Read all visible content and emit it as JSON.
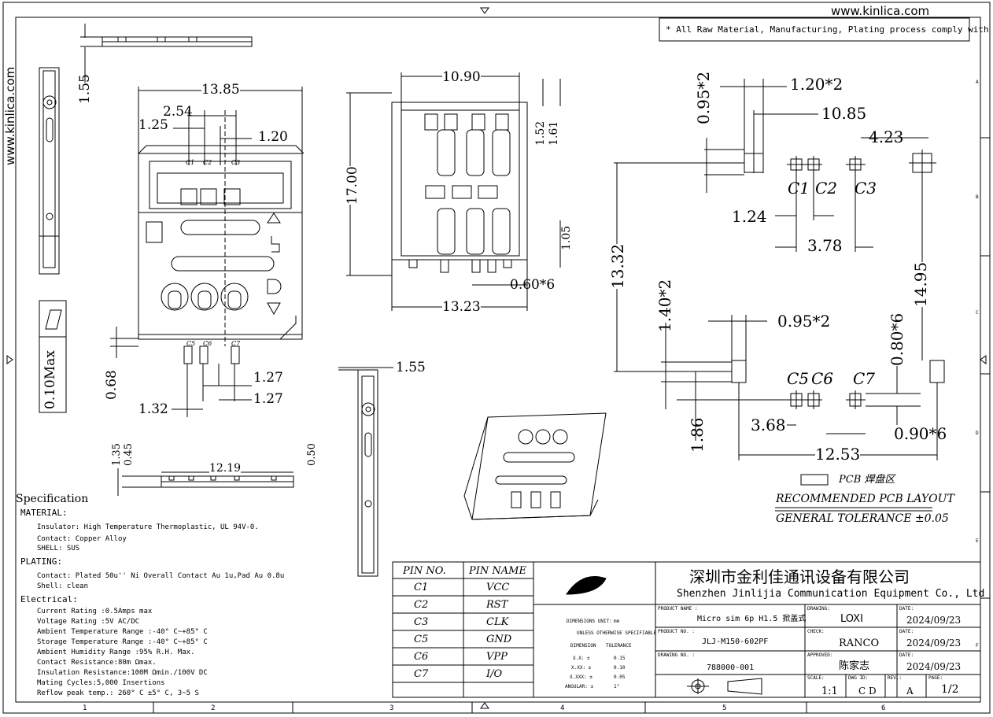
{
  "header": {
    "website": "www.kinlica.com",
    "rohs_note": "* All Raw Material, Manufacturing, Plating process comply with ROHS",
    "side_website": "www.kinlica.com"
  },
  "border": {
    "col_markers": [
      "1",
      "2",
      "3",
      "4",
      "5",
      "6"
    ],
    "row_markers": [
      "A",
      "B",
      "C",
      "D",
      "E",
      "F"
    ]
  },
  "flatness": {
    "value": "0.10Max"
  },
  "dimensions": {
    "side_top_height": "1.55",
    "overall_width": "13.85",
    "pitch": "2.54",
    "w125": "1.25",
    "w120": "1.20",
    "h068": "0.68",
    "p127a": "1.27",
    "p127b": "1.27",
    "w132": "1.32",
    "front_135": "1.35",
    "front_045": "0.45",
    "front_1219": "12.19",
    "front_050": "0.50",
    "top_1090": "10.90",
    "top_1700": "17.00",
    "top_152": "1.52",
    "top_161": "1.61",
    "top_105": "1.05",
    "top_060x6": "0.60*6",
    "top_1323": "13.23",
    "right_155": "1.55"
  },
  "contact_labels": {
    "top": [
      "C1",
      "C2",
      "C3"
    ],
    "bottom": [
      "C5",
      "C6",
      "C7"
    ]
  },
  "pcb_layout": {
    "d095x2_top": "0.95*2",
    "d120x2": "1.20*2",
    "d1085": "10.85",
    "d423": "4.23",
    "d124": "1.24",
    "d378": "3.78",
    "d1332": "13.32",
    "d1495": "14.95",
    "d140x2": "1.40*2",
    "d095x2_bot": "0.95*2",
    "d080x6": "0.80*6",
    "d186": "1.86",
    "d368": "3.68",
    "d090x6": "0.90*6",
    "d1253": "12.53",
    "pad_labels_top": [
      "C1",
      "C2",
      "C3"
    ],
    "pad_labels_bottom": [
      "C5",
      "C6",
      "C7"
    ],
    "legend_text": "PCB 焊盘区",
    "recommended": "RECOMMENDED PCB LAYOUT",
    "tolerance": "GENERAL TOLERANCE ±0.05"
  },
  "specification": {
    "title": "Specification",
    "material_head": "MATERIAL:",
    "insulator": "Insulator: High Temperature Thermoplastic, UL 94V-0.",
    "contact": "Contact: Copper Alloy",
    "shell": "SHELL: SUS",
    "plating_head": "PLATING:",
    "plating_contact": "Contact: Plated 50u'' Ni Overall Contact Au 1u,Pad Au 0.8u",
    "plating_shell": "Shell:  clean",
    "electrical_head": "Electrical:",
    "current": "Current Rating :0.5Amps max",
    "voltage": "Voltage Rating :5V AC/DC",
    "ambient_temp": "Ambient Temperature Range :-40° C~+85° C",
    "storage_temp": "Storage Temperature Range :-40° C~+85° C",
    "humidity": "Ambient Humidity Range :95% R.H. Max.",
    "resistance": "Contact Resistance:80m Ωmax.",
    "insulation": "Insulation Resistance:100M Ωmin./100V DC",
    "mating": "Mating Cycles:5,000 Insertions",
    "reflow": "Reflow peak temp.: 260° C ±5° C, 3~5 S"
  },
  "pin_table": {
    "headers": [
      "PIN NO.",
      "PIN NAME"
    ],
    "rows": [
      [
        "C1",
        "VCC"
      ],
      [
        "C2",
        "RST"
      ],
      [
        "C3",
        "CLK"
      ],
      [
        "C5",
        "GND"
      ],
      [
        "C6",
        "VPP"
      ],
      [
        "C7",
        "I/O"
      ]
    ]
  },
  "title_block": {
    "company_cn": "深圳市金利佳通讯设备有限公司",
    "company_en": "Shenzhen Jinlijia Communication Equipment Co., Ltd .",
    "dims_unit_label": "DIMENSIONS UNIT:",
    "dims_unit": "mm",
    "unless": "UNLESS OTHERWISE SPECIFIABLE",
    "dimension_label": "DIMENSION",
    "tolerance_label": "TOLERANCE",
    "tol_rows": [
      [
        "X.X: ±",
        "0.15"
      ],
      [
        "X.XX: ±",
        "0.10"
      ],
      [
        "X.XXX: ±",
        "0.05"
      ],
      [
        "ANGULAR: ±",
        "1°"
      ]
    ],
    "product_name_label": "PRODUCT NAME :",
    "product_name": "Micro sim 6p H1.5 掀盖式",
    "product_no_label": "PRODUCT NO. :",
    "product_no": "JLJ-M150-602PF",
    "drawing_no_label": "DRAWING NO. :",
    "drawing_no": "788000-001",
    "drawing_label": "DRAWING:",
    "drawing_by": "LOXI",
    "check_label": "CHECK:",
    "check_by": "RANCO",
    "approved_label": "APPROVED:",
    "approved_by": "陈家志",
    "date_label": "DATE:",
    "date1": "2024/09/23",
    "date2": "2024/09/23",
    "date3": "2024/09/23",
    "scale_label": "SCALE:",
    "scale": "1:1",
    "dwg_id_label": "DWG ID:",
    "dwg_id": "C D",
    "rev_label": "REV.:",
    "rev": "A",
    "page_label": "PAGE:",
    "page": "1/2"
  }
}
